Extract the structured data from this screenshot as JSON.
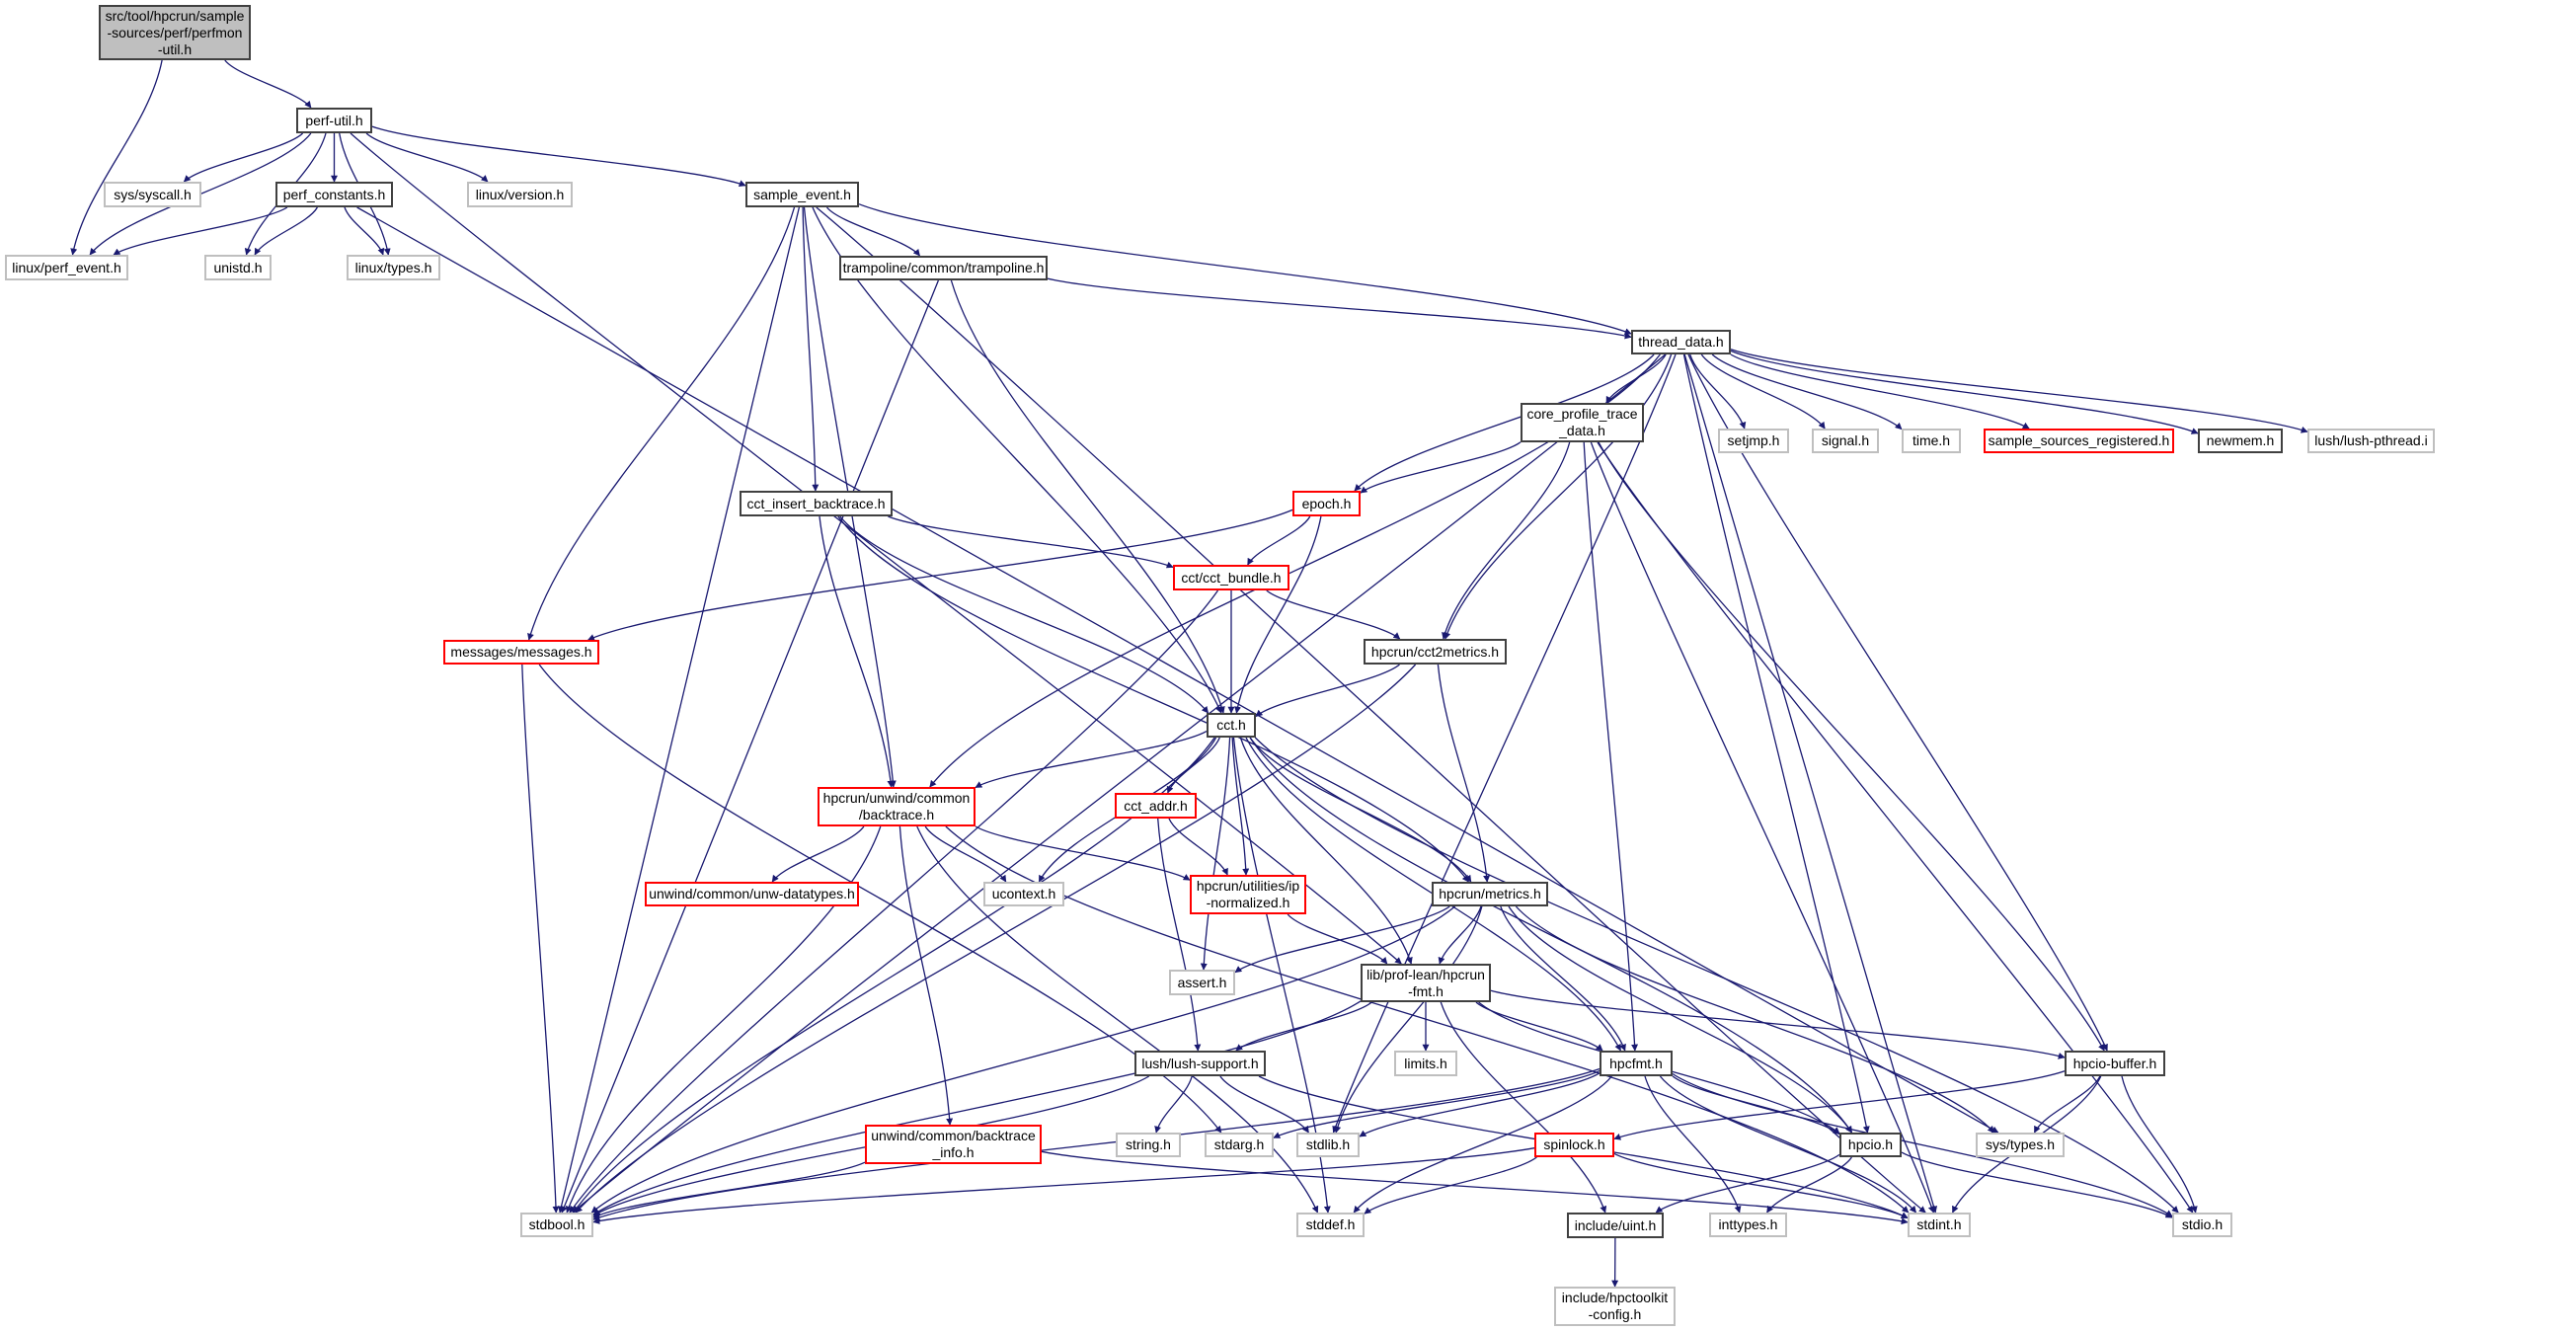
{
  "diagram": {
    "title": "Include dependency graph for perfmon-util.h",
    "colors": {
      "edge": "#191970",
      "main_fill": "#bfbfbf",
      "documented_border": "#404040",
      "undocumented_border": "#bfbfbf",
      "incomplete_border": "#ff0000"
    },
    "nodes": [
      {
        "id": "perfmon",
        "label": "src/tool/hpcrun/sample\n-sources/perf/perfmon\n-util.h",
        "kind": "main"
      },
      {
        "id": "perfutil",
        "label": "perf-util.h",
        "kind": "documented"
      },
      {
        "id": "syscall",
        "label": "sys/syscall.h",
        "kind": "undocumented"
      },
      {
        "id": "perfconst",
        "label": "perf_constants.h",
        "kind": "documented"
      },
      {
        "id": "linuxver",
        "label": "linux/version.h",
        "kind": "undocumented"
      },
      {
        "id": "perfevent",
        "label": "linux/perf_event.h",
        "kind": "undocumented"
      },
      {
        "id": "unistd",
        "label": "unistd.h",
        "kind": "undocumented"
      },
      {
        "id": "linuxtypes",
        "label": "linux/types.h",
        "kind": "undocumented"
      },
      {
        "id": "sampleevent",
        "label": "sample_event.h",
        "kind": "documented"
      },
      {
        "id": "trampoline",
        "label": "trampoline/common/trampoline.h",
        "kind": "documented"
      },
      {
        "id": "threaddata",
        "label": "thread_data.h",
        "kind": "documented"
      },
      {
        "id": "coreprofile",
        "label": "core_profile_trace\n_data.h",
        "kind": "documented"
      },
      {
        "id": "setjmp",
        "label": "setjmp.h",
        "kind": "undocumented"
      },
      {
        "id": "signal",
        "label": "signal.h",
        "kind": "undocumented"
      },
      {
        "id": "time",
        "label": "time.h",
        "kind": "undocumented"
      },
      {
        "id": "ssreg",
        "label": "sample_sources_registered.h",
        "kind": "incomplete"
      },
      {
        "id": "newmem",
        "label": "newmem.h",
        "kind": "documented"
      },
      {
        "id": "lushpthread",
        "label": "lush/lush-pthread.i",
        "kind": "undocumented"
      },
      {
        "id": "cctinsert",
        "label": "cct_insert_backtrace.h",
        "kind": "documented"
      },
      {
        "id": "epoch",
        "label": "epoch.h",
        "kind": "incomplete"
      },
      {
        "id": "cctbundle",
        "label": "cct/cct_bundle.h",
        "kind": "incomplete"
      },
      {
        "id": "messages",
        "label": "messages/messages.h",
        "kind": "incomplete"
      },
      {
        "id": "cct2metrics",
        "label": "hpcrun/cct2metrics.h",
        "kind": "documented"
      },
      {
        "id": "cct",
        "label": "cct.h",
        "kind": "documented"
      },
      {
        "id": "backtrace",
        "label": "hpcrun/unwind/common\n/backtrace.h",
        "kind": "incomplete"
      },
      {
        "id": "cctaddr",
        "label": "cct_addr.h",
        "kind": "incomplete"
      },
      {
        "id": "unwdt",
        "label": "unwind/common/unw-datatypes.h",
        "kind": "incomplete"
      },
      {
        "id": "ucontext",
        "label": "ucontext.h",
        "kind": "undocumented"
      },
      {
        "id": "ipnorm",
        "label": "hpcrun/utilities/ip\n-normalized.h",
        "kind": "incomplete"
      },
      {
        "id": "metrics",
        "label": "hpcrun/metrics.h",
        "kind": "documented"
      },
      {
        "id": "assert",
        "label": "assert.h",
        "kind": "undocumented"
      },
      {
        "id": "hpcrunfmt",
        "label": "lib/prof-lean/hpcrun\n-fmt.h",
        "kind": "documented"
      },
      {
        "id": "limits",
        "label": "limits.h",
        "kind": "undocumented"
      },
      {
        "id": "lushsupport",
        "label": "lush/lush-support.h",
        "kind": "documented"
      },
      {
        "id": "hpcfmt",
        "label": "hpcfmt.h",
        "kind": "documented"
      },
      {
        "id": "hpciobuffer",
        "label": "hpcio-buffer.h",
        "kind": "documented"
      },
      {
        "id": "btinfo",
        "label": "unwind/common/backtrace\n_info.h",
        "kind": "incomplete"
      },
      {
        "id": "string",
        "label": "string.h",
        "kind": "undocumented"
      },
      {
        "id": "stdarg",
        "label": "stdarg.h",
        "kind": "undocumented"
      },
      {
        "id": "stdlib",
        "label": "stdlib.h",
        "kind": "undocumented"
      },
      {
        "id": "spinlock",
        "label": "spinlock.h",
        "kind": "incomplete"
      },
      {
        "id": "hpcio",
        "label": "hpcio.h",
        "kind": "documented"
      },
      {
        "id": "systypes",
        "label": "sys/types.h",
        "kind": "undocumented"
      },
      {
        "id": "stdbool",
        "label": "stdbool.h",
        "kind": "undocumented"
      },
      {
        "id": "stddef",
        "label": "stddef.h",
        "kind": "undocumented"
      },
      {
        "id": "uint",
        "label": "include/uint.h",
        "kind": "documented"
      },
      {
        "id": "inttypes",
        "label": "inttypes.h",
        "kind": "undocumented"
      },
      {
        "id": "stdint",
        "label": "stdint.h",
        "kind": "undocumented"
      },
      {
        "id": "stdio",
        "label": "stdio.h",
        "kind": "undocumented"
      },
      {
        "id": "hpctkconfig",
        "label": "include/hpctoolkit\n-config.h",
        "kind": "undocumented"
      }
    ],
    "edges": [
      [
        "perfmon",
        "perfevent"
      ],
      [
        "perfmon",
        "perfutil"
      ],
      [
        "perfutil",
        "perfevent"
      ],
      [
        "perfutil",
        "syscall"
      ],
      [
        "perfutil",
        "unistd"
      ],
      [
        "perfutil",
        "perfconst"
      ],
      [
        "perfutil",
        "linuxtypes"
      ],
      [
        "perfutil",
        "linuxver"
      ],
      [
        "perfutil",
        "sampleevent"
      ],
      [
        "perfutil",
        "hpcrunfmt"
      ],
      [
        "perfconst",
        "perfevent"
      ],
      [
        "perfconst",
        "unistd"
      ],
      [
        "perfconst",
        "linuxtypes"
      ],
      [
        "perfconst",
        "systypes"
      ],
      [
        "sampleevent",
        "stdbool"
      ],
      [
        "sampleevent",
        "messages"
      ],
      [
        "sampleevent",
        "backtrace"
      ],
      [
        "sampleevent",
        "cctinsert"
      ],
      [
        "sampleevent",
        "trampoline"
      ],
      [
        "sampleevent",
        "cct"
      ],
      [
        "sampleevent",
        "threaddata"
      ],
      [
        "sampleevent",
        "stdint"
      ],
      [
        "trampoline",
        "stdbool"
      ],
      [
        "trampoline",
        "cct"
      ],
      [
        "trampoline",
        "threaddata"
      ],
      [
        "threaddata",
        "stdbool"
      ],
      [
        "threaddata",
        "backtrace"
      ],
      [
        "threaddata",
        "epoch"
      ],
      [
        "threaddata",
        "cct2metrics"
      ],
      [
        "threaddata",
        "coreprofile"
      ],
      [
        "threaddata",
        "setjmp"
      ],
      [
        "threaddata",
        "signal"
      ],
      [
        "threaddata",
        "time"
      ],
      [
        "threaddata",
        "ssreg"
      ],
      [
        "threaddata",
        "newmem"
      ],
      [
        "threaddata",
        "lushpthread"
      ],
      [
        "threaddata",
        "stdlib"
      ],
      [
        "threaddata",
        "hpcio"
      ],
      [
        "threaddata",
        "hpciobuffer"
      ],
      [
        "threaddata",
        "stdint"
      ],
      [
        "coreprofile",
        "epoch"
      ],
      [
        "coreprofile",
        "cct2metrics"
      ],
      [
        "coreprofile",
        "hpcfmt"
      ],
      [
        "coreprofile",
        "hpciobuffer"
      ],
      [
        "coreprofile",
        "stdint"
      ],
      [
        "coreprofile",
        "stdio"
      ],
      [
        "cctinsert",
        "cctbundle"
      ],
      [
        "cctinsert",
        "cct"
      ],
      [
        "cctinsert",
        "backtrace"
      ],
      [
        "cctinsert",
        "metrics"
      ],
      [
        "epoch",
        "messages"
      ],
      [
        "epoch",
        "cctbundle"
      ],
      [
        "epoch",
        "cct"
      ],
      [
        "cctbundle",
        "stdbool"
      ],
      [
        "cctbundle",
        "cct"
      ],
      [
        "cctbundle",
        "cct2metrics"
      ],
      [
        "messages",
        "stdbool"
      ],
      [
        "messages",
        "stdarg"
      ],
      [
        "cct2metrics",
        "stdbool"
      ],
      [
        "cct2metrics",
        "cct"
      ],
      [
        "cct2metrics",
        "metrics"
      ],
      [
        "cct",
        "stdbool"
      ],
      [
        "cct",
        "backtrace"
      ],
      [
        "cct",
        "ucontext"
      ],
      [
        "cct",
        "cctaddr"
      ],
      [
        "cct",
        "ipnorm"
      ],
      [
        "cct",
        "assert"
      ],
      [
        "cct",
        "metrics"
      ],
      [
        "cct",
        "hpcrunfmt"
      ],
      [
        "cct",
        "hpcfmt"
      ],
      [
        "cct",
        "hpcio"
      ],
      [
        "cct",
        "stddef"
      ],
      [
        "cct",
        "stdio"
      ],
      [
        "backtrace",
        "stdbool"
      ],
      [
        "backtrace",
        "unwdt"
      ],
      [
        "backtrace",
        "ucontext"
      ],
      [
        "backtrace",
        "ipnorm"
      ],
      [
        "backtrace",
        "btinfo"
      ],
      [
        "backtrace",
        "stddef"
      ],
      [
        "backtrace",
        "stdint"
      ],
      [
        "cctaddr",
        "ipnorm"
      ],
      [
        "cctaddr",
        "lushsupport"
      ],
      [
        "ipnorm",
        "hpcrunfmt"
      ],
      [
        "metrics",
        "stdbool"
      ],
      [
        "metrics",
        "assert"
      ],
      [
        "metrics",
        "hpcrunfmt"
      ],
      [
        "metrics",
        "stdlib"
      ],
      [
        "metrics",
        "hpcfmt"
      ],
      [
        "metrics",
        "hpcio"
      ],
      [
        "metrics",
        "systypes"
      ],
      [
        "hpcrunfmt",
        "stdbool"
      ],
      [
        "hpcrunfmt",
        "lushsupport"
      ],
      [
        "hpcrunfmt",
        "limits"
      ],
      [
        "hpcrunfmt",
        "hpcfmt"
      ],
      [
        "hpcrunfmt",
        "hpciobuffer"
      ],
      [
        "hpcrunfmt",
        "hpcio"
      ],
      [
        "hpcrunfmt",
        "uint"
      ],
      [
        "lushsupport",
        "stdbool"
      ],
      [
        "lushsupport",
        "string"
      ],
      [
        "lushsupport",
        "stdlib"
      ],
      [
        "lushsupport",
        "stdint"
      ],
      [
        "hpcfmt",
        "stdbool"
      ],
      [
        "hpcfmt",
        "stdarg"
      ],
      [
        "hpcfmt",
        "stdlib"
      ],
      [
        "hpcfmt",
        "stddef"
      ],
      [
        "hpcfmt",
        "hpcio"
      ],
      [
        "hpcfmt",
        "inttypes"
      ],
      [
        "hpcfmt",
        "stdint"
      ],
      [
        "hpcfmt",
        "stdio"
      ],
      [
        "hpciobuffer",
        "spinlock"
      ],
      [
        "hpciobuffer",
        "systypes"
      ],
      [
        "hpciobuffer",
        "stdint"
      ],
      [
        "hpciobuffer",
        "stdio"
      ],
      [
        "btinfo",
        "stdbool"
      ],
      [
        "btinfo",
        "stdint"
      ],
      [
        "spinlock",
        "stdbool"
      ],
      [
        "spinlock",
        "stddef"
      ],
      [
        "spinlock",
        "stdint"
      ],
      [
        "hpcio",
        "uint"
      ],
      [
        "hpcio",
        "inttypes"
      ],
      [
        "hpcio",
        "stdio"
      ],
      [
        "uint",
        "hpctkconfig"
      ]
    ]
  }
}
